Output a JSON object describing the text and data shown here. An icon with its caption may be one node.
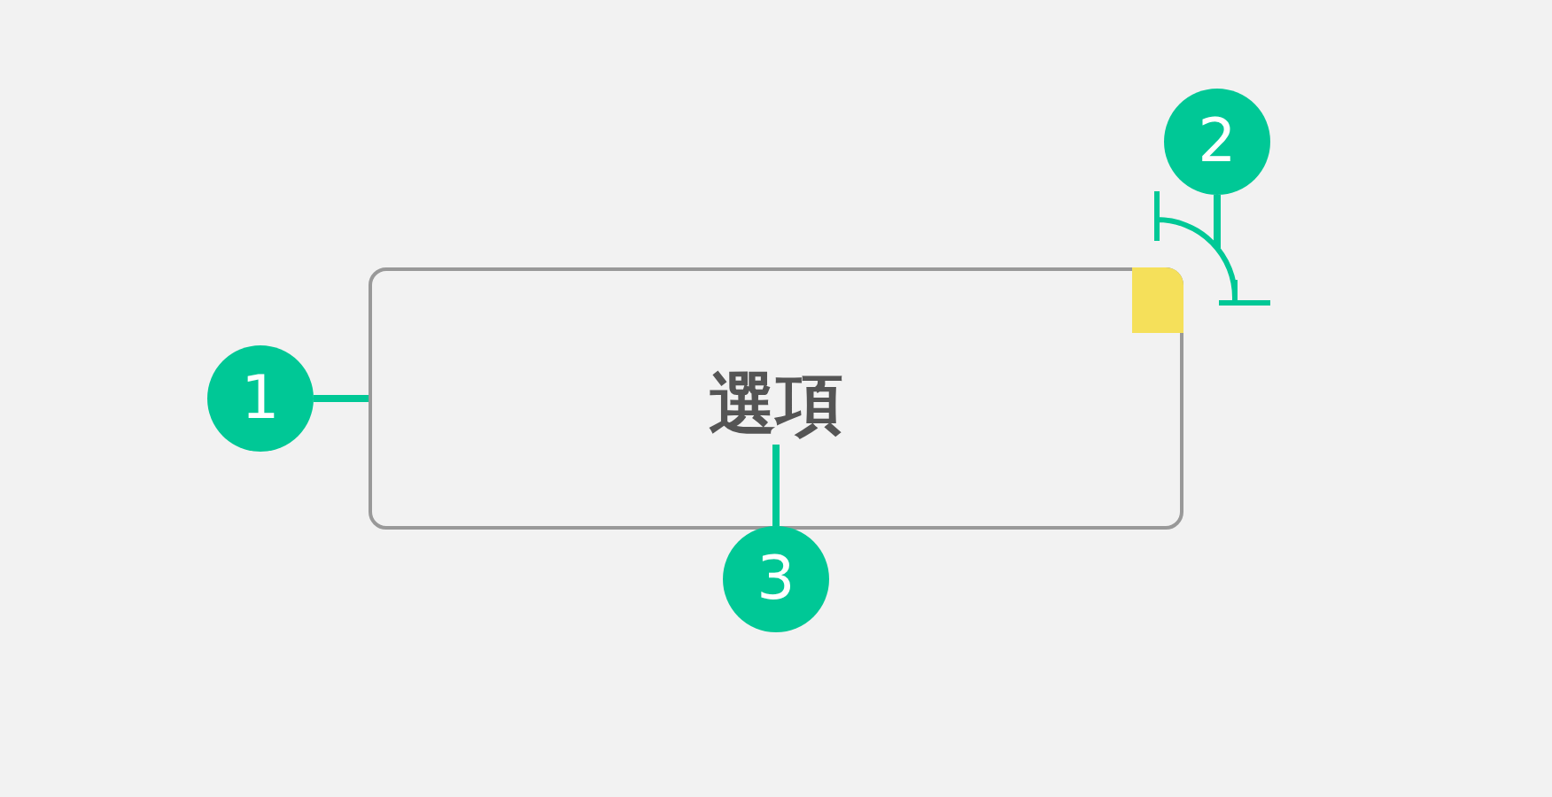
{
  "diagram": {
    "nodes": [
      {
        "text": [],
        "shape": "box"
      },
      {
        "text": [
          "選項"
        ],
        "in": 0
      },
      {
        "text": [],
        "shape": "box",
        "in": 0
      },
      {
        "text": [
          "1"
        ]
      },
      {
        "text": [
          "2"
        ]
      },
      {
        "text": [
          "3"
        ]
      }
    ],
    "edges": [
      {
        "from": 3,
        "to": 0,
        "arrow": "none"
      },
      {
        "from": 4,
        "to": null,
        "arrow": "none"
      },
      {
        "from": 5,
        "to": 1,
        "arrow": "none"
      }
    ]
  }
}
